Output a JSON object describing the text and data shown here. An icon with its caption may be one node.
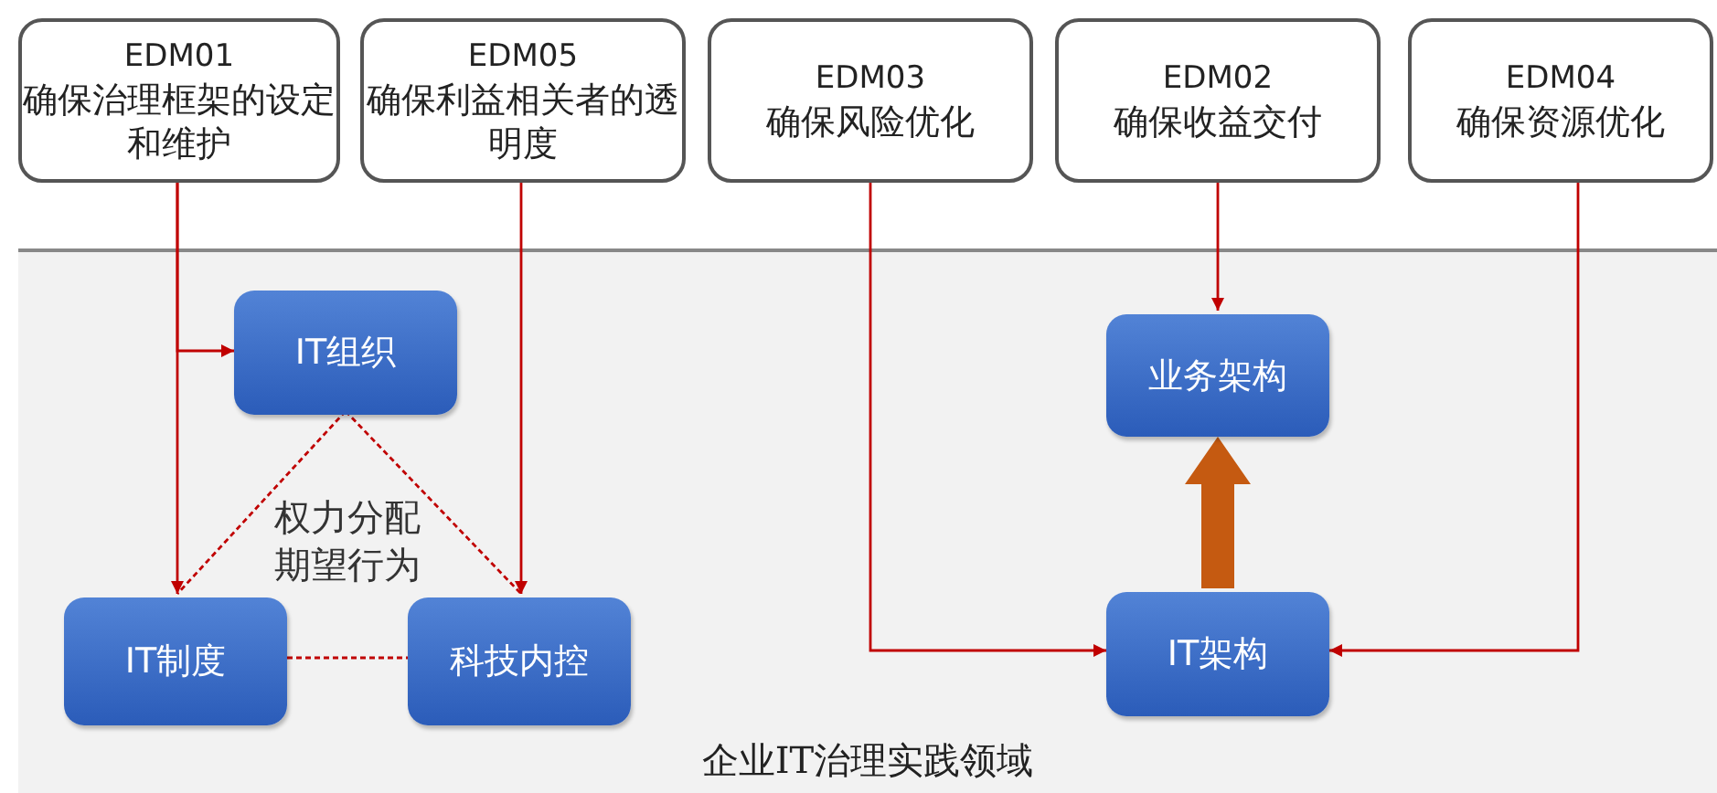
{
  "diagram": {
    "nodes": [
      {
        "text": [
          "EDM01",
          "确保治理框架的设定和维护"
        ]
      },
      {
        "text": [
          "EDM05",
          "确保利益相关者的透明度"
        ]
      },
      {
        "text": [
          "EDM03",
          "确保风险优化"
        ]
      },
      {
        "text": [
          "EDM02",
          "确保收益交付"
        ]
      },
      {
        "text": [
          "EDM04",
          "确保资源优化"
        ]
      },
      {
        "text": [
          "企业IT治理实践领域"
        ]
      },
      {
        "text": [
          "IT组织"
        ],
        "in": 5
      },
      {
        "text": [
          "IT制度"
        ],
        "in": 5
      },
      {
        "text": [
          "科技内控"
        ],
        "in": 5
      },
      {
        "text": [
          "业务架构"
        ],
        "in": 5
      },
      {
        "text": [
          "IT架构"
        ],
        "in": 5
      }
    ],
    "edges": [
      {
        "from": 0,
        "to": 6,
        "arrow": "to"
      },
      {
        "from": 0,
        "to": 7,
        "arrow": "to"
      },
      {
        "from": 1,
        "to": 8,
        "arrow": "to"
      },
      {
        "from": 2,
        "to": 10,
        "arrow": "to"
      },
      {
        "from": 3,
        "to": 9,
        "arrow": "to"
      },
      {
        "from": 4,
        "to": 10,
        "arrow": "to"
      },
      {
        "from": 6,
        "to": 7,
        "arrow": "none",
        "style": "dashed"
      },
      {
        "from": 6,
        "to": 8,
        "arrow": "none",
        "style": "dashed"
      },
      {
        "from": 7,
        "to": 8,
        "arrow": "none",
        "style": "dashed"
      },
      {
        "from": 10,
        "to": 9,
        "arrow": "to",
        "style": "thick",
        "color": "#c55a11"
      }
    ],
    "labels": [
      "权力分配期望行为"
    ]
  }
}
